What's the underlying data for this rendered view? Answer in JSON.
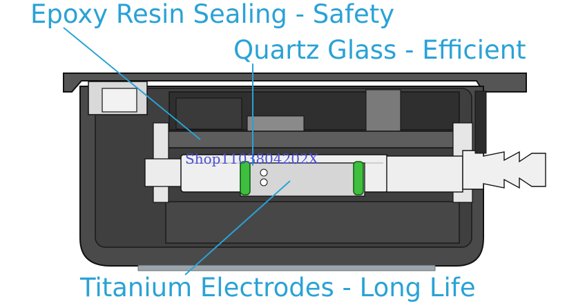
{
  "labels": {
    "epoxy": "Epoxy Resin Sealing - Safety",
    "quartz": "Quartz Glass - Efficient",
    "titanium": "Titanium Electrodes - Long Life"
  },
  "watermark": "Shop1103804202X",
  "colors": {
    "callout_text": "#2aa2d6",
    "watermark": "#4b4fd6",
    "housing_dark": "#474747",
    "housing_mid": "#6b6b6b",
    "outline": "#111111",
    "oring_green": "#3fbf3f",
    "metal_light": "#e4e4e4",
    "plate": "#5a5a5a"
  }
}
